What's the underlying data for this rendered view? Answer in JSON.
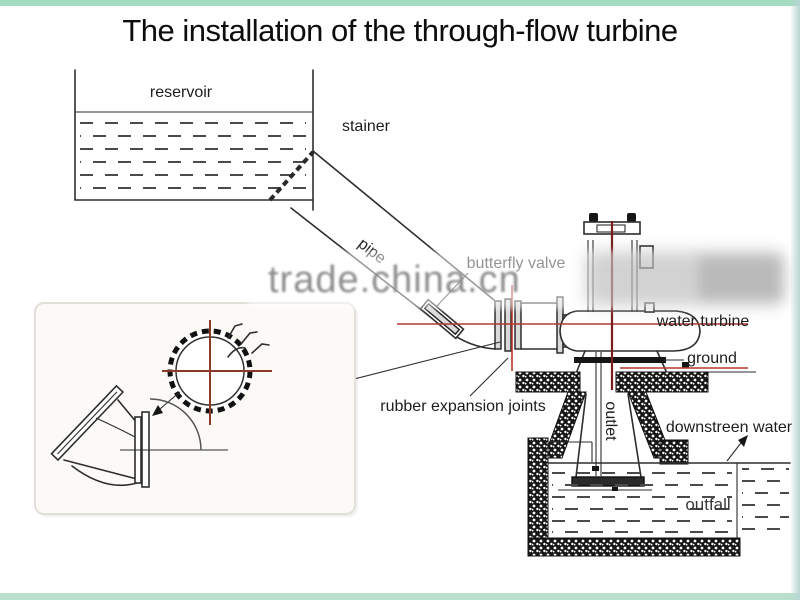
{
  "title": "The installation of the through-flow turbine",
  "watermark": "trade.china.cn",
  "labels": {
    "reservoir": "reservoir",
    "stainer": "stainer",
    "pipe": "pipe",
    "butterfly_valve": "butterfly valve",
    "water_turbine": "water turbine",
    "ground": "ground",
    "rubber_expansion_joints": "rubber expansion joints",
    "outlet": "outlet",
    "downstreen_water": "downstreen water",
    "outfall": "outfall"
  },
  "colors": {
    "background": "#ffffff",
    "line": "#2e2e2e",
    "centerline_red": "#b03a30",
    "generator_centerline_red": "#7c1d1d",
    "watermark_gray": "#8d8d8d",
    "border_top": "#a4dcc2",
    "border_bottom": "#b9e0cc",
    "border_right": "#b7d6d2"
  }
}
